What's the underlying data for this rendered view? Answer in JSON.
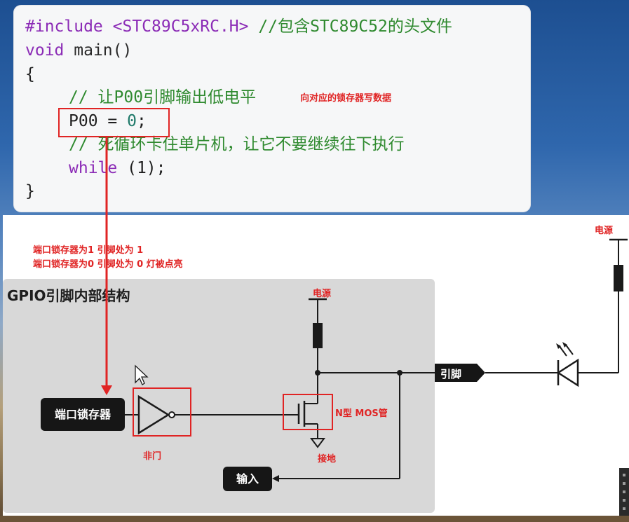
{
  "code": {
    "line1": {
      "kw": "#include",
      "file": "<STC89C5xRC.H>",
      "comment": "//包含STC89C52的头文件"
    },
    "line2": {
      "type": "void",
      "rest": "main()"
    },
    "line3": "{",
    "line4": "// 让P00引脚输出低电平",
    "line5": {
      "left": "P00",
      "op": " = ",
      "val": "0",
      "end": ";"
    },
    "line6": "// 死循环卡住单片机，让它不要继续往下执行",
    "line7": {
      "kw": "while",
      "rest": " (1);"
    },
    "line8": "}",
    "note_right": "向对应的锁存器写数据"
  },
  "annotations": {
    "line_a": "端口锁存器为1    引脚处为 1",
    "line_b": "端口锁存器为0    引脚处为 0    灯被点亮"
  },
  "diagram": {
    "title": "GPIO引脚内部结构",
    "latch": "端口锁存器",
    "not_gate_label": "非门",
    "mos_label": "N型 MOS管",
    "ground_label": "接地",
    "power_inner": "电源",
    "power_outer": "电源",
    "pin": "引脚",
    "input": "输入"
  },
  "colors": {
    "annotation_red": "#e02424",
    "comment_green": "#2f8a2f",
    "keyword_purple": "#8b2bb6"
  }
}
